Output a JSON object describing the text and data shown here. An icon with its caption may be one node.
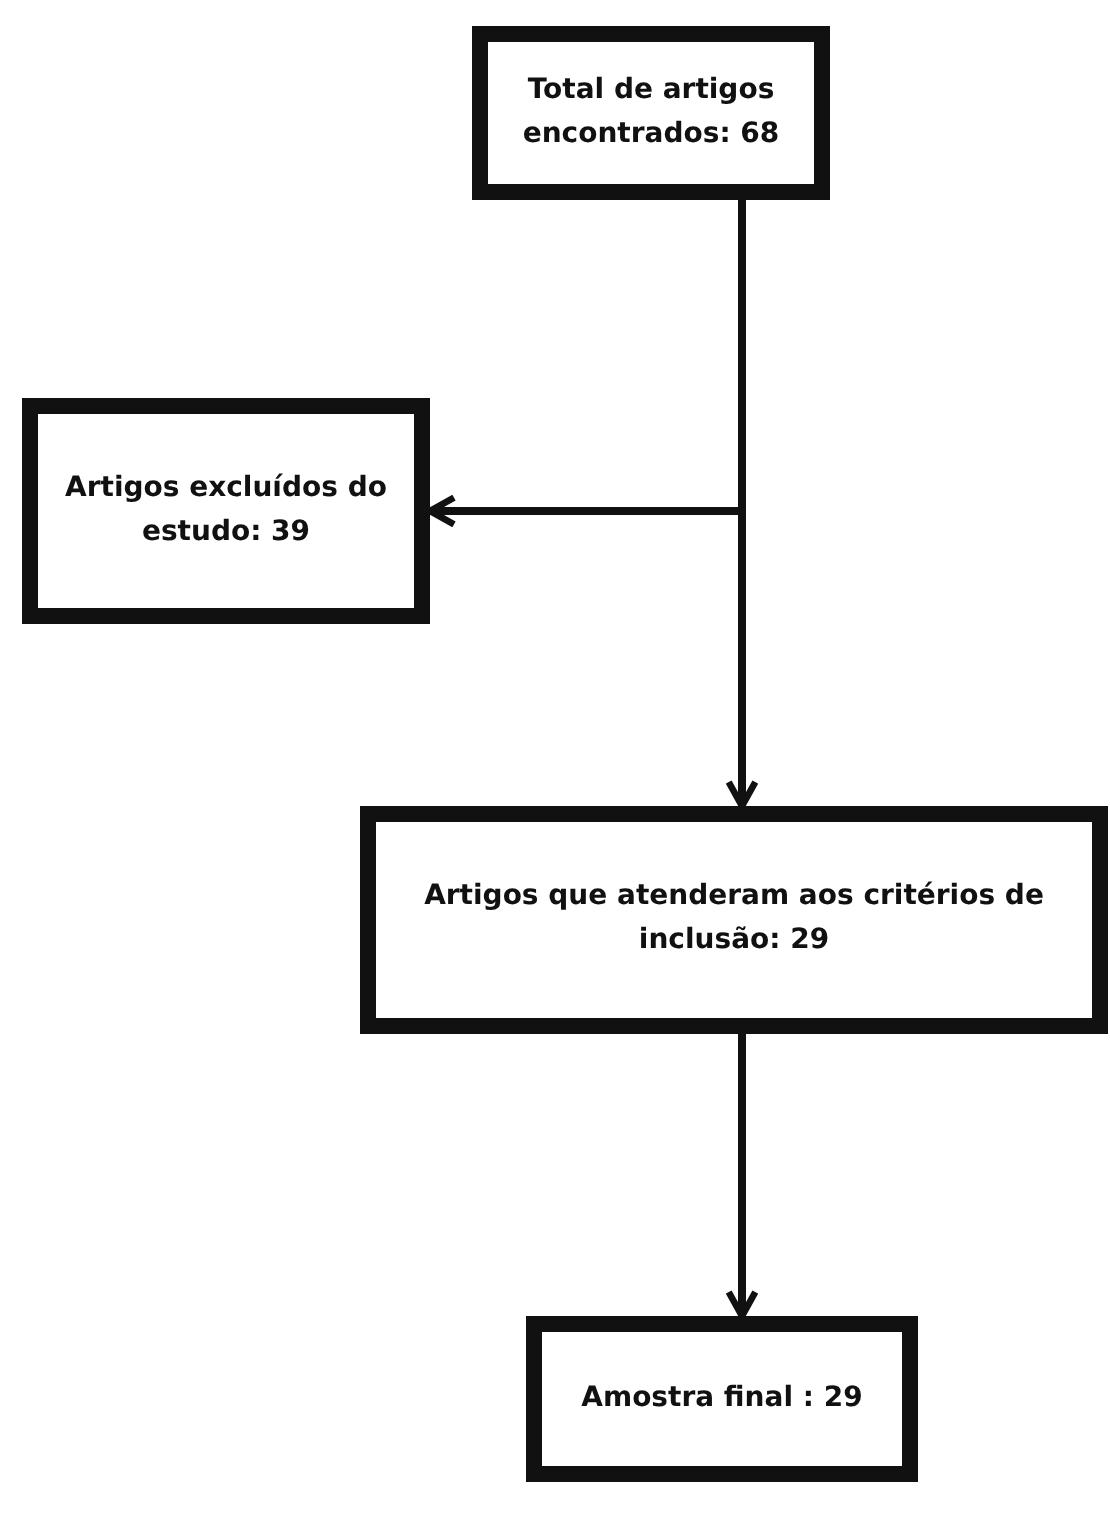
{
  "diagram": {
    "nodes": [
      {
        "text": [
          "Total de artigos encontrados: 68"
        ]
      },
      {
        "text": [
          "Artigos excluídos do estudo: 39"
        ]
      },
      {
        "text": [
          "Artigos que atenderam aos critérios de inclusão: 29"
        ]
      },
      {
        "text": [
          "Amostra final : 29"
        ]
      }
    ],
    "edges": [
      {
        "from": 0,
        "to": 1,
        "arrow": "to"
      },
      {
        "from": 0,
        "to": 2,
        "arrow": "to"
      },
      {
        "from": 2,
        "to": 3,
        "arrow": "to"
      }
    ]
  }
}
